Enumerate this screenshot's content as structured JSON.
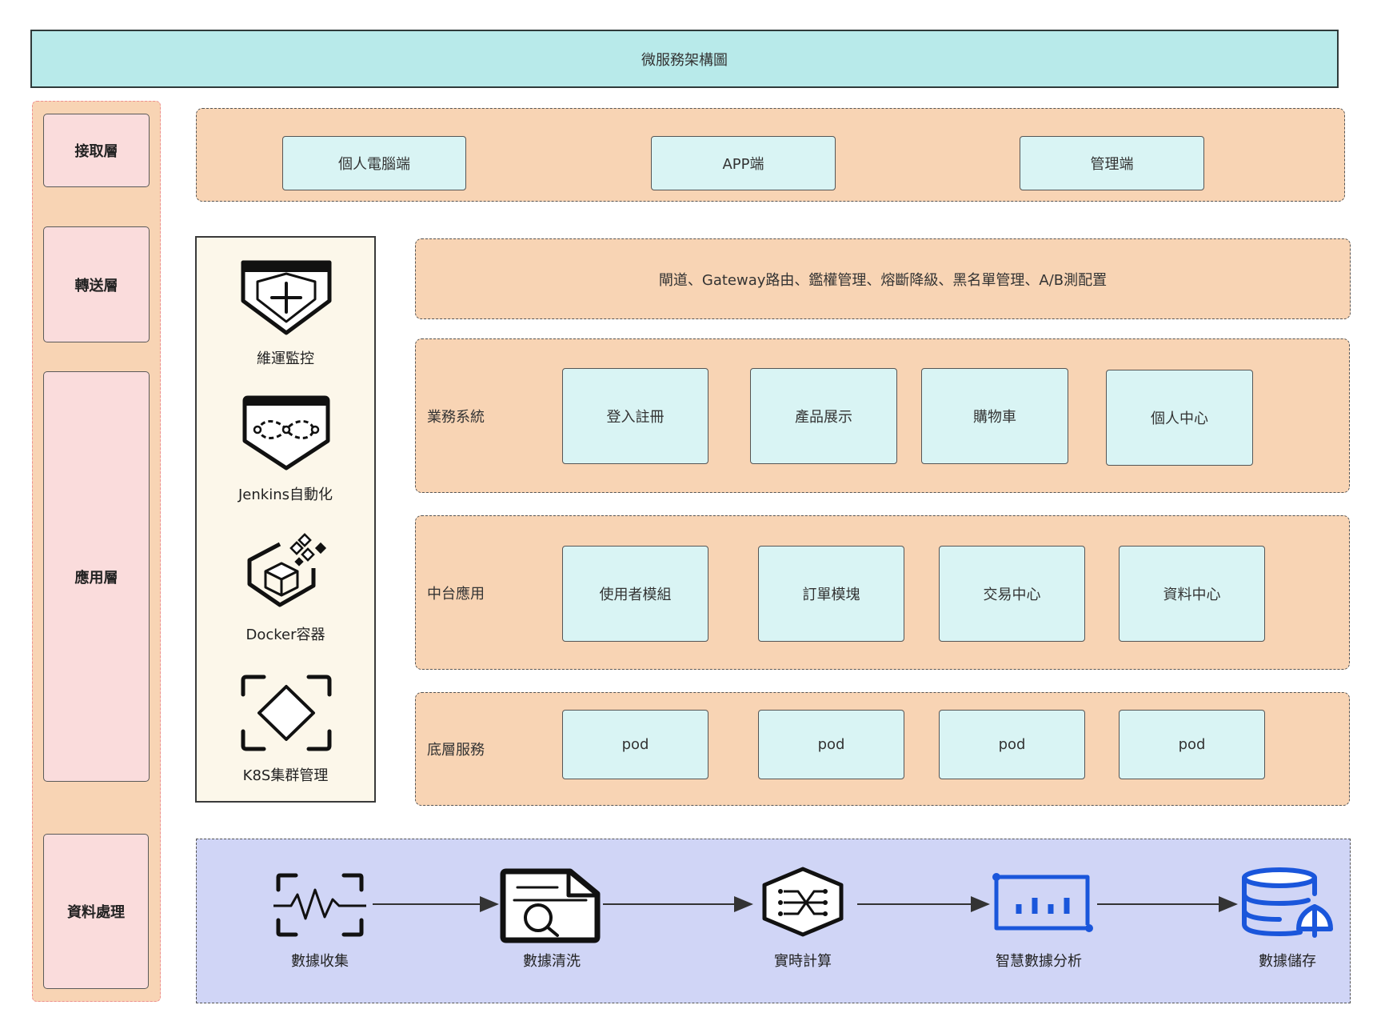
{
  "title": "微服務架構圖",
  "layers": {
    "access": "接取層",
    "forward": "轉送層",
    "application": "應用層",
    "data": "資料處理"
  },
  "access_clients": [
    "個人電腦端",
    "APP端",
    "管理端"
  ],
  "gateway_text": "閘道、Gateway路由、鑑權管理、熔斷降級、黑名單管理、A/B測配置",
  "business": {
    "title": "業務系統",
    "modules": [
      "登入註冊",
      "產品展示",
      "購物車",
      "個人中心"
    ]
  },
  "middle": {
    "title": "中台應用",
    "modules": [
      "使用者模組",
      "訂單模塊",
      "交易中心",
      "資料中心"
    ]
  },
  "base": {
    "title": "底層服務",
    "modules": [
      "pod",
      "pod",
      "pod",
      "pod"
    ]
  },
  "ops_tools": [
    {
      "label": "維運監控",
      "icon": "shield-icon"
    },
    {
      "label": "Jenkins自動化",
      "icon": "infinity-icon"
    },
    {
      "label": "Docker容器",
      "icon": "container-icon"
    },
    {
      "label": "K8S集群管理",
      "icon": "diamond-frame-icon"
    }
  ],
  "data_steps": [
    {
      "label": "數據收集",
      "icon": "waveform-icon"
    },
    {
      "label": "數據清洗",
      "icon": "document-search-icon"
    },
    {
      "label": "實時計算",
      "icon": "hexagon-flow-icon"
    },
    {
      "label": "智慧數據分析",
      "icon": "bar-chart-icon"
    },
    {
      "label": "數據儲存",
      "icon": "database-icon"
    }
  ],
  "colors": {
    "title_fill": "#b8eaea",
    "group_fill": "#f8d4b4",
    "module_fill": "#d9f4f4",
    "layer_fill": "#fadcdc",
    "ops_fill": "#fcf7ea",
    "data_fill": "#d0d5f6",
    "accent_blue": "#1a56db"
  }
}
